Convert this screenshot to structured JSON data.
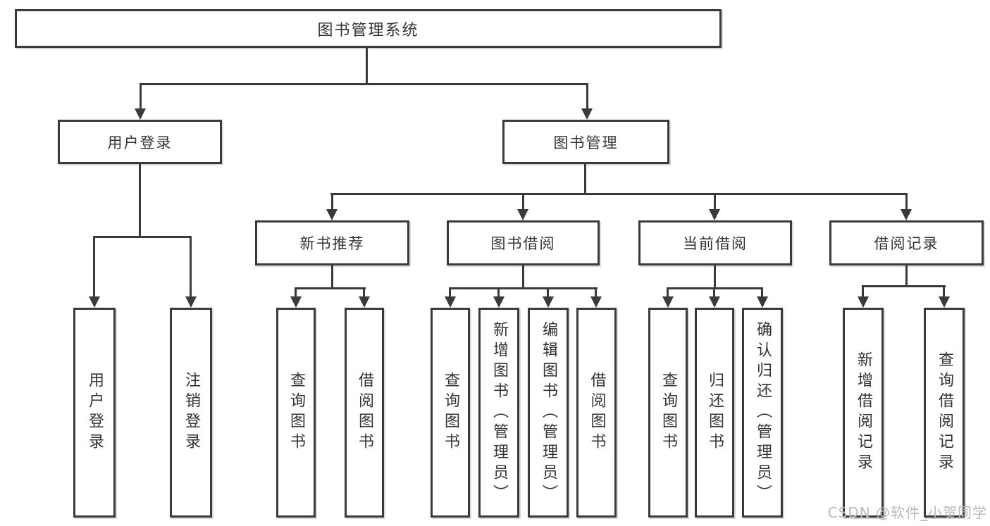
{
  "diagram": {
    "title": "图书管理系统",
    "root": {
      "label": "图书管理系统"
    },
    "level2": [
      {
        "id": "user-login",
        "label": "用户登录"
      },
      {
        "id": "book-management",
        "label": "图书管理"
      }
    ],
    "level3": [
      {
        "id": "new-book-recommend",
        "label": "新书推荐"
      },
      {
        "id": "book-borrow",
        "label": "图书借阅"
      },
      {
        "id": "current-borrow",
        "label": "当前借阅"
      },
      {
        "id": "borrow-records",
        "label": "借阅记录"
      }
    ],
    "leaves_user": [
      {
        "label": "用户登录"
      },
      {
        "label": "注销登录"
      }
    ],
    "leaves_newbook": [
      {
        "label": "查询图书"
      },
      {
        "label": "借阅图书"
      }
    ],
    "leaves_borrow": [
      {
        "label": "查询图书"
      },
      {
        "label": "新增图书（管理员）"
      },
      {
        "label": "编辑图书（管理员）"
      },
      {
        "label": "借阅图书"
      }
    ],
    "leaves_current": [
      {
        "label": "查询图书"
      },
      {
        "label": "归还图书"
      },
      {
        "label": "确认归还（管理员）"
      }
    ],
    "leaves_records": [
      {
        "label": "新增借阅记录"
      },
      {
        "label": "查询借阅记录"
      }
    ]
  },
  "colors": {
    "line": "#3a3a3a",
    "text": "#333333",
    "background": "#ffffff",
    "watermark": "#b9b9b9"
  },
  "watermark": {
    "text": "CSDN @软件_小贺同学"
  }
}
